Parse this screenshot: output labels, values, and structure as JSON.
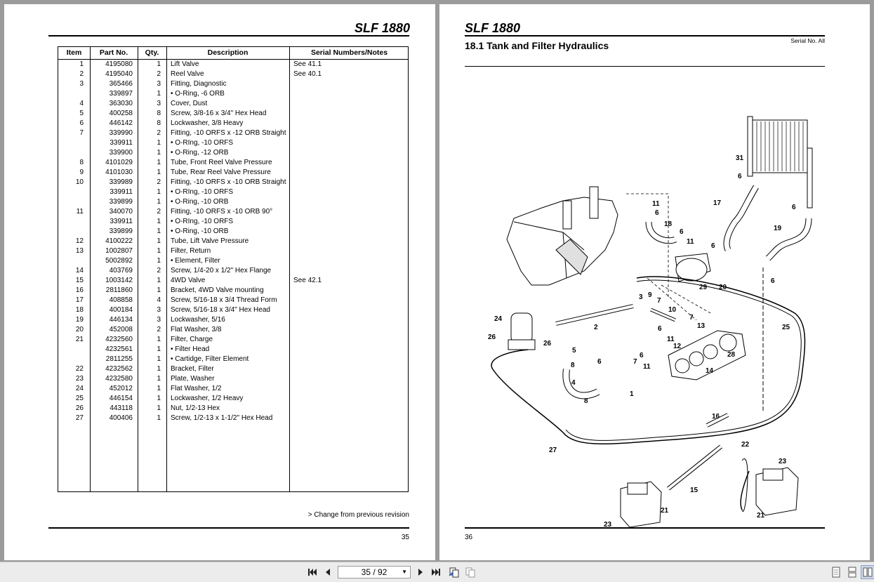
{
  "left_page": {
    "model": "SLF 1880",
    "page_number": "35",
    "footnote": "> Change from previous revision",
    "table": {
      "headers": [
        "Item",
        "Part No.",
        "Qty.",
        "Description",
        "Serial Numbers/Notes"
      ],
      "rows": [
        {
          "item": "1",
          "part": "4195080",
          "qty": "1",
          "desc": "Lift Valve",
          "note": "See 41.1"
        },
        {
          "item": "2",
          "part": "4195040",
          "qty": "2",
          "desc": "Reel Valve",
          "note": "See 40.1"
        },
        {
          "item": "3",
          "part": "365466",
          "qty": "3",
          "desc": "Fitting, Diagnostic",
          "note": ""
        },
        {
          "item": "",
          "part": "339897",
          "qty": "1",
          "desc": "•  O-Ring, -6 ORB",
          "note": ""
        },
        {
          "item": "4",
          "part": "363030",
          "qty": "3",
          "desc": "Cover, Dust",
          "note": ""
        },
        {
          "item": "5",
          "part": "400258",
          "qty": "8",
          "desc": "Screw, 3/8-16 x 3/4\" Hex Head",
          "note": ""
        },
        {
          "item": "6",
          "part": "446142",
          "qty": "8",
          "desc": "Lockwasher, 3/8 Heavy",
          "note": ""
        },
        {
          "item": "7",
          "part": "339990",
          "qty": "2",
          "desc": "Fitting, -10 ORFS x -12 ORB Straight",
          "note": ""
        },
        {
          "item": "",
          "part": "339911",
          "qty": "1",
          "desc": "•  O-RIng, -10 ORFS",
          "note": ""
        },
        {
          "item": "",
          "part": "339900",
          "qty": "1",
          "desc": "•  O-Ring, -12 ORB",
          "note": ""
        },
        {
          "item": "8",
          "part": "4101029",
          "qty": "1",
          "desc": "Tube, Front Reel Valve Pressure",
          "note": ""
        },
        {
          "item": "9",
          "part": "4101030",
          "qty": "1",
          "desc": "Tube, Rear Reel Valve Pressure",
          "note": ""
        },
        {
          "item": "10",
          "part": "339989",
          "qty": "2",
          "desc": "Fitting, -10 ORFS x -10 ORB Straight",
          "note": ""
        },
        {
          "item": "",
          "part": "339911",
          "qty": "1",
          "desc": "•  O-RIng, -10 ORFS",
          "note": ""
        },
        {
          "item": "",
          "part": "339899",
          "qty": "1",
          "desc": "•  O-Ring, -10 ORB",
          "note": ""
        },
        {
          "item": "11",
          "part": "340070",
          "qty": "2",
          "desc": "Fitting, -10 ORFS x -10 ORB 90°",
          "note": ""
        },
        {
          "item": "",
          "part": "339911",
          "qty": "1",
          "desc": "•  O-RIng, -10 ORFS",
          "note": ""
        },
        {
          "item": "",
          "part": "339899",
          "qty": "1",
          "desc": "•  O-Ring, -10 ORB",
          "note": ""
        },
        {
          "item": "12",
          "part": "4100222",
          "qty": "1",
          "desc": "Tube, Lift Valve Pressure",
          "note": ""
        },
        {
          "item": "13",
          "part": "1002807",
          "qty": "1",
          "desc": "Filter, Return",
          "note": ""
        },
        {
          "item": "",
          "part": "5002892",
          "qty": "1",
          "desc": "•  Element, Filter",
          "note": ""
        },
        {
          "item": "14",
          "part": "403769",
          "qty": "2",
          "desc": "Screw, 1/4-20 x 1/2\" Hex Flange",
          "note": ""
        },
        {
          "item": "15",
          "part": "1003142",
          "qty": "1",
          "desc": "4WD Valve",
          "note": "See 42.1"
        },
        {
          "item": "16",
          "part": "2811860",
          "qty": "1",
          "desc": "Bracket, 4WD Valve mounting",
          "note": ""
        },
        {
          "item": "17",
          "part": "408858",
          "qty": "4",
          "desc": "Screw, 5/16-18 x 3/4 Thread Form",
          "note": ""
        },
        {
          "item": "18",
          "part": "400184",
          "qty": "3",
          "desc": "Screw, 5/16-18 x 3/4\" Hex Head",
          "note": ""
        },
        {
          "item": "19",
          "part": "446134",
          "qty": "3",
          "desc": "Lockwasher, 5/16",
          "note": ""
        },
        {
          "item": "20",
          "part": "452008",
          "qty": "2",
          "desc": "Flat Washer, 3/8",
          "note": ""
        },
        {
          "item": "21",
          "part": "4232560",
          "qty": "1",
          "desc": "Filter, Charge",
          "note": ""
        },
        {
          "item": "",
          "part": "4232561",
          "qty": "1",
          "desc": "•  Filter Head",
          "note": ""
        },
        {
          "item": "",
          "part": "2811255",
          "qty": "1",
          "desc": "•  Cartidge, Filter Element",
          "note": ""
        },
        {
          "item": "22",
          "part": "4232562",
          "qty": "1",
          "desc": "Bracket, Filter",
          "note": ""
        },
        {
          "item": "23",
          "part": "4232580",
          "qty": "1",
          "desc": "Plate, Washer",
          "note": ""
        },
        {
          "item": "24",
          "part": "452012",
          "qty": "1",
          "desc": "Flat Washer, 1/2",
          "note": ""
        },
        {
          "item": "25",
          "part": "446154",
          "qty": "1",
          "desc": "Lockwasher, 1/2 Heavy",
          "note": ""
        },
        {
          "item": "26",
          "part": "443118",
          "qty": "1",
          "desc": "Nut, 1/2-13 Hex",
          "note": ""
        },
        {
          "item": "27",
          "part": "400406",
          "qty": "1",
          "desc": "Screw, 1/2-13 x 1-1/2\" Hex Head",
          "note": ""
        }
      ]
    }
  },
  "right_page": {
    "model": "SLF 1880",
    "section_title": "18.1 Tank and Filter Hydraulics",
    "serial_note": "Serial No. All",
    "page_number": "36",
    "callouts": [
      "31",
      "6",
      "17",
      "6",
      "19",
      "11",
      "6",
      "18",
      "6",
      "11",
      "6",
      "6",
      "29",
      "20",
      "6",
      "3",
      "9",
      "7",
      "10",
      "7",
      "13",
      "2",
      "6",
      "25",
      "24",
      "11",
      "12",
      "26",
      "5",
      "6",
      "7",
      "28",
      "6",
      "8",
      "11",
      "14",
      "4",
      "1",
      "8",
      "16",
      "22",
      "27",
      "23",
      "15",
      "21",
      "21",
      "23"
    ]
  },
  "toolbar": {
    "page_indicator": "35 / 92",
    "colors": {
      "bar": "#ececec",
      "viewer_bg": "#9b9b9b"
    }
  }
}
